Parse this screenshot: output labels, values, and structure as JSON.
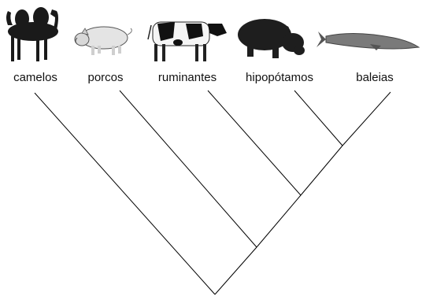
{
  "cladogram": {
    "taxa": [
      {
        "id": "camelos",
        "label": "camelos",
        "icon": "camel-icon"
      },
      {
        "id": "porcos",
        "label": "porcos",
        "icon": "pig-icon"
      },
      {
        "id": "ruminantes",
        "label": "ruminantes",
        "icon": "cow-icon"
      },
      {
        "id": "hipopotamos",
        "label": "hipopótamos",
        "icon": "hippo-icon"
      },
      {
        "id": "baleias",
        "label": "baleias",
        "icon": "whale-icon"
      }
    ],
    "topology": "(camelos,(porcos,(ruminantes,(hipopótamos,baleias))))",
    "line_color": "#000000"
  }
}
